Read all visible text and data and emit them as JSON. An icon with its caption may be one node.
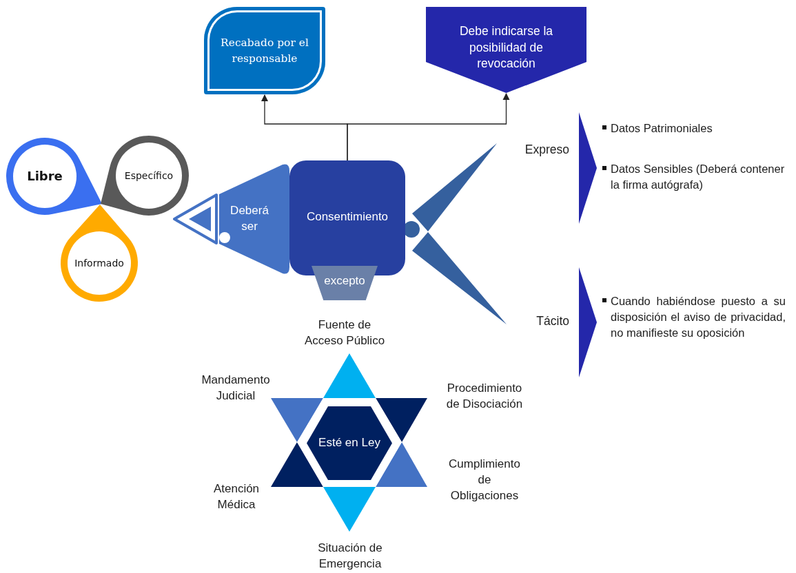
{
  "diagram": {
    "nodes": [
      {
        "text": [
          "Recabado por el responsable"
        ]
      },
      {
        "text": [
          "Debe indicarse la posibilidad de revocación"
        ]
      },
      {
        "text": [
          "Libre"
        ]
      },
      {
        "text": [
          "Específico"
        ]
      },
      {
        "text": [
          "Informado"
        ]
      },
      {
        "text": [
          "Deberá ser"
        ]
      },
      {
        "text": [
          "Consentimiento"
        ]
      },
      {
        "text": [
          "excepto"
        ]
      },
      {
        "text": [
          "Expreso"
        ]
      },
      {
        "text": [
          "Tácito"
        ]
      },
      {
        "text": [
          "Datos Patrimoniales",
          "Datos Sensibles (Deberá contener la firma autógrafa)"
        ]
      },
      {
        "text": [
          "Cuando habiéndose puesto a su disposición el aviso de privacidad, no manifieste su oposición"
        ]
      },
      {
        "text": [
          "Esté en Ley"
        ]
      }
    ],
    "edges": [
      {
        "from": 6,
        "to": 0,
        "arrow": "to"
      },
      {
        "from": 6,
        "to": 1,
        "arrow": "to"
      },
      {
        "from": 8,
        "to": 10,
        "arrow": "to"
      },
      {
        "from": 9,
        "to": 11,
        "arrow": "to"
      }
    ],
    "labels": [
      "Fuente de Acceso Público",
      "Mandamento Judicial",
      "Procedimiento de Disociación",
      "Cumplimiento de Obligaciones",
      "Atención Médica",
      "Situación de Emergencia"
    ]
  }
}
